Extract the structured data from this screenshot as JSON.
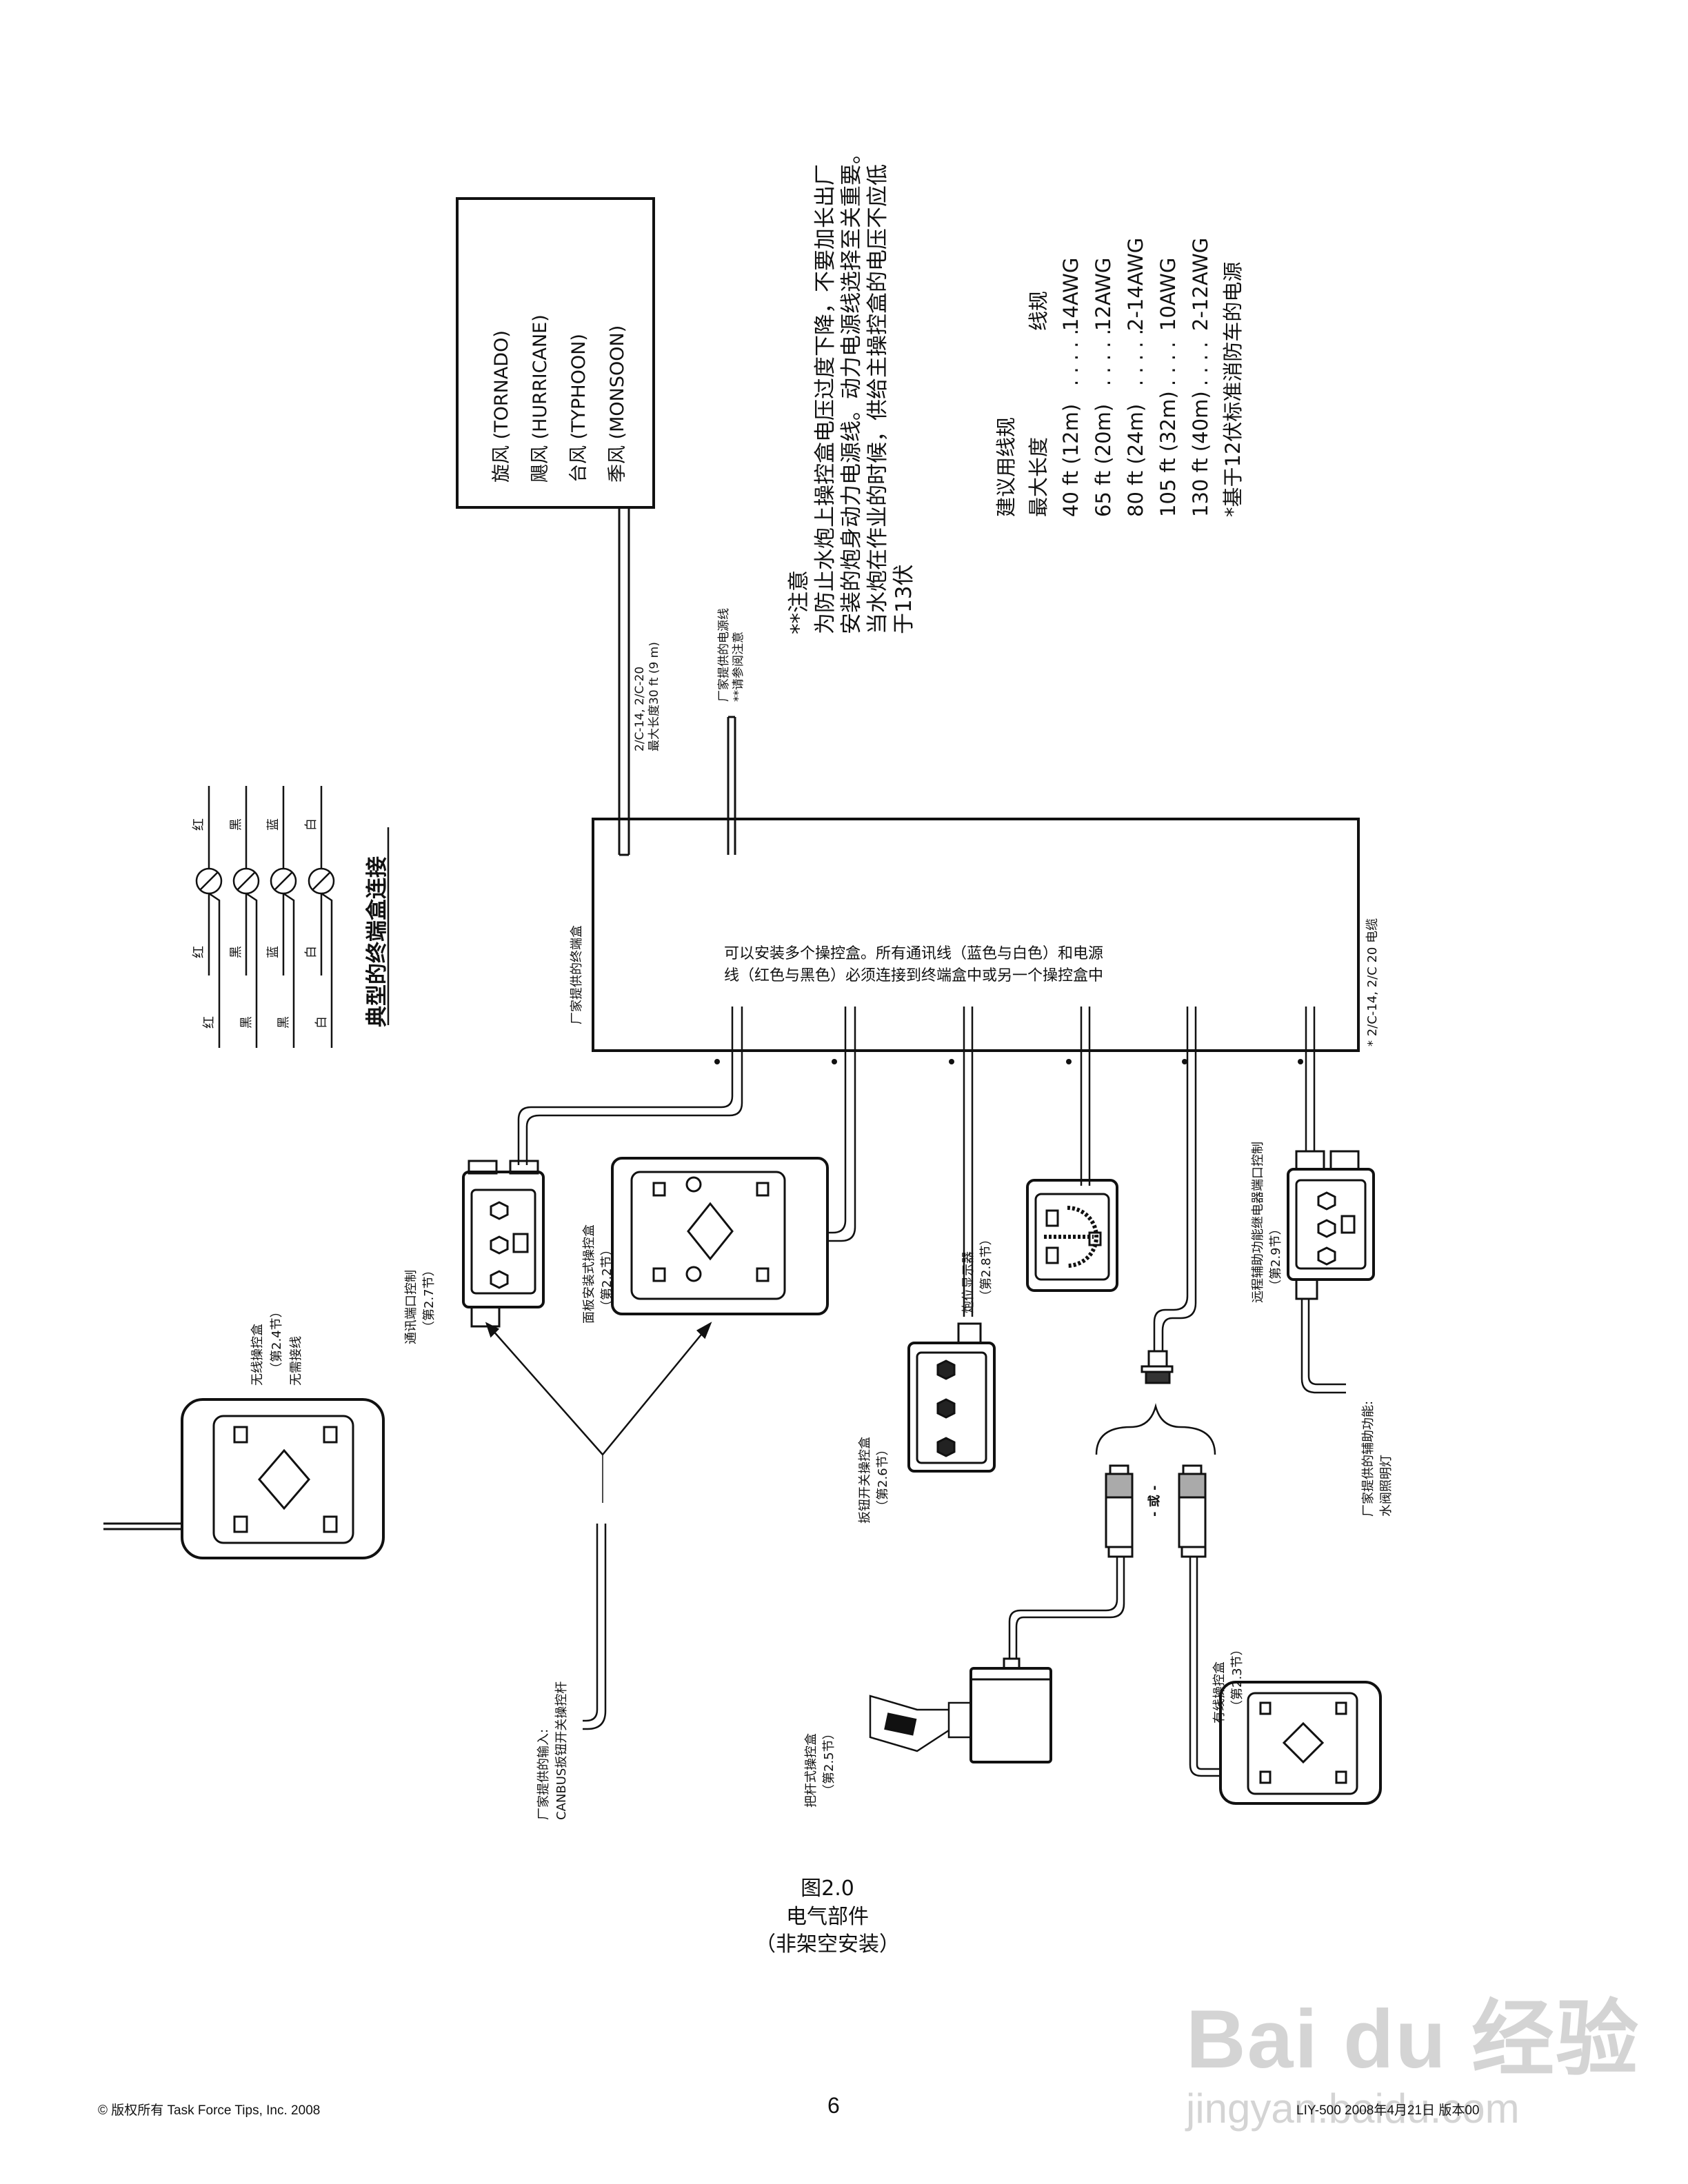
{
  "models_box": {
    "items": [
      "旋风 (TORNADO)",
      "飓风 (HURRICANE)",
      "台风 (TYPHOON)",
      "季风 (MONSOON)"
    ]
  },
  "cable_label": {
    "line1": "2/C-14, 2/C-20",
    "line2": "最大长度30 ft (9 m)"
  },
  "power_label": {
    "line1": "厂家提供的电源线",
    "line2": "**请参阅注意"
  },
  "note": {
    "lines": [
      "**注意",
      "为防止水炮上操控盒电压过度下降，不要加长出厂",
      "安装的炮身动力电源线。动力电源线选择至关重要。",
      "当水炮在作业的时候，供给主操控盒的电压不应低",
      "于13伏"
    ]
  },
  "wire_table": {
    "title": "建议用线规",
    "col1_header": "最大长度",
    "col2_header": "线规",
    "rows": [
      {
        "length": "40 ft (12m)",
        "gauge": "14AWG"
      },
      {
        "length": "65 ft (20m)",
        "gauge": "12AWG"
      },
      {
        "length": "80 ft (24m)",
        "gauge": "2-14AWG"
      },
      {
        "length": "105 ft (32m)",
        "gauge": "10AWG"
      },
      {
        "length": "130 ft (40m)",
        "gauge": "2-12AWG"
      }
    ],
    "footnote": "*基于12伏标准消防车的电源"
  },
  "terminal_diagram": {
    "title": "典型的终端盒连接",
    "top_labels": [
      "红",
      "黑",
      "蓝",
      "白"
    ],
    "mid_labels": [
      "红",
      "黑",
      "蓝",
      "白"
    ],
    "bottom_labels": [
      "红",
      "黑",
      "黑",
      "白"
    ]
  },
  "junction_box": {
    "label": "厂家提供的终端盒",
    "text_line1": "可以安装多个操控盒。所有通讯线（蓝色与白色）和电源",
    "text_line2": "线（红色与黑色）必须连接到终端盒中或另一个操控盒中",
    "cable_note": "* 2/C-14, 2/C 20 电缆"
  },
  "components": {
    "wireless": {
      "name": "无线操控盒",
      "section": "（第2.4节）",
      "note": "无需接线"
    },
    "comm_port": {
      "name": "通讯端口控制",
      "section": "（第2.7节）"
    },
    "panel_mount": {
      "name": "面板安装式操控盒",
      "section": "（第2.2节）"
    },
    "toggle_switch": {
      "name": "扳钮开关操控盒",
      "section": "（第2.6节）"
    },
    "position_display": {
      "name": "炮位显示器",
      "section": "（第2.8节）"
    },
    "remote_aux": {
      "name": "远程辅助功能继电器端口控制",
      "section": "（第2.9节）"
    },
    "aux_output": {
      "line1": "厂家提供的辅助功能:",
      "line2": "水阀照明灯"
    },
    "joystick": {
      "name": "把杆式操控盒",
      "section": "（第2.5节）"
    },
    "wired": {
      "name": "有线操控盒",
      "section": "（第2.3节）"
    },
    "canbus_input": {
      "line1": "厂家提供的输入:",
      "line2": "CANBUS扳钮开关操控杆"
    },
    "or_label": "- 或 -"
  },
  "caption": {
    "line1": "图2.0",
    "line2": "电气部件",
    "line3": "（非架空安装）"
  },
  "footer": {
    "copyright": "© 版权所有 Task Force Tips, Inc. 2008",
    "page_number": "6",
    "doc_info": "LIY-500 2008年4月21日 版本00"
  },
  "watermark": {
    "brand": "Bai du 经验",
    "url": "jingyan.baidu.com"
  }
}
